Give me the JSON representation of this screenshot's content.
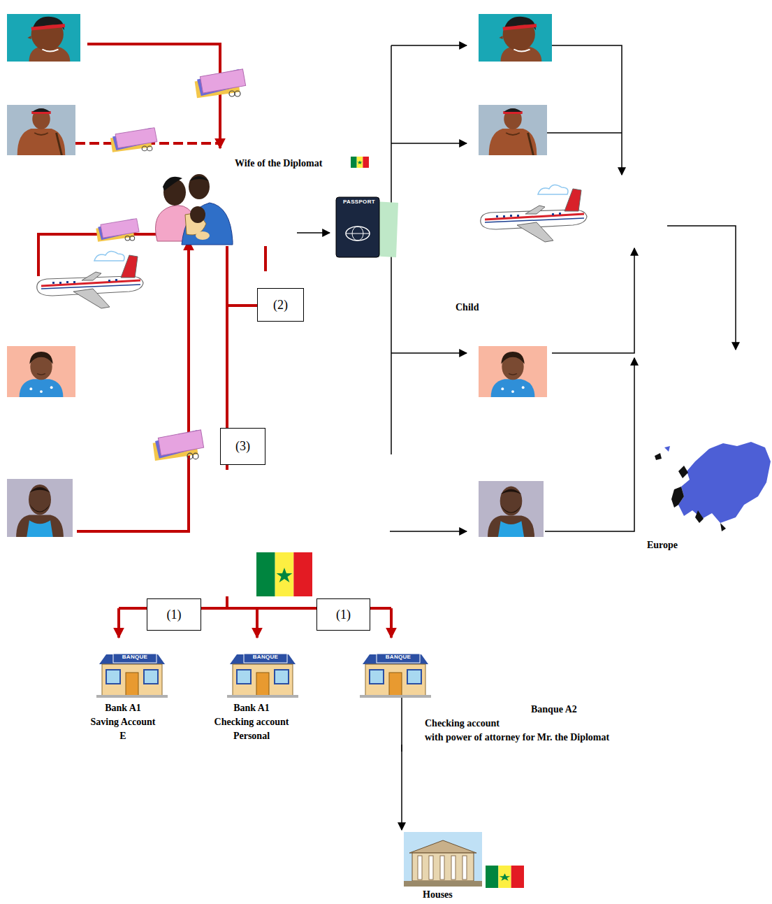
{
  "diagram": {
    "nodes": [
      {
        "text": [
          "Wife of the Diplomat"
        ]
      },
      {
        "text": [
          "Europe"
        ]
      },
      {
        "text": [
          "Bank A1",
          "Saving Account",
          "E"
        ]
      },
      {
        "text": [
          "Bank A1",
          "Checking account",
          "Personal"
        ]
      },
      {
        "text": [
          "Banque A2",
          "Checking account",
          "with power of attorney for Mr. the Diplomat"
        ]
      },
      {
        "text": [
          "Houses"
        ]
      }
    ],
    "edges": [
      {
        "from": 4,
        "to": 5,
        "arrow": "to"
      }
    ],
    "labels": [
      "PASSPORT",
      "(2)",
      "Child",
      "(3)",
      "(1)",
      "(1)",
      "BANQUE",
      "BANQUE",
      "BANQUE"
    ]
  }
}
